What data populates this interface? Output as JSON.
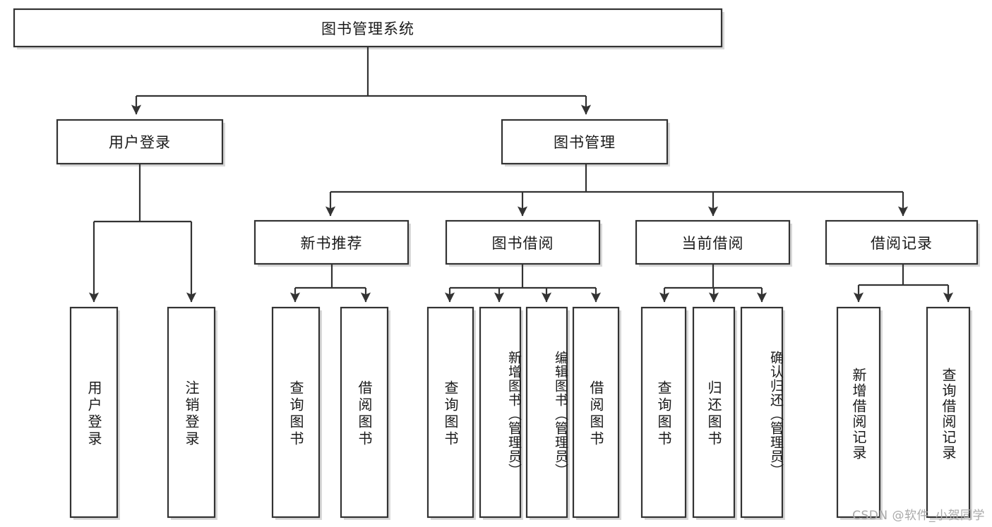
{
  "diagram": {
    "title": "图书管理系统",
    "type": "tree",
    "watermark": "CSDN @软件_小贺同学",
    "colors": {
      "stroke": "#333333",
      "fill": "#ffffff",
      "text": "#1a1a1a",
      "watermark": "#a9a9a9",
      "background": "#ffffff"
    },
    "nodes": {
      "root": {
        "label": "图书管理系统",
        "orientation": "horizontal"
      },
      "level2": [
        {
          "label": "用户登录",
          "orientation": "horizontal"
        },
        {
          "label": "图书管理",
          "orientation": "horizontal"
        }
      ],
      "level3": [
        {
          "label": "新书推荐",
          "orientation": "horizontal"
        },
        {
          "label": "图书借阅",
          "orientation": "horizontal"
        },
        {
          "label": "当前借阅",
          "orientation": "horizontal"
        },
        {
          "label": "借阅记录",
          "orientation": "horizontal"
        }
      ],
      "leaves": [
        {
          "label": "用户登录",
          "orientation": "vertical",
          "parent": "用户登录"
        },
        {
          "label": "注销登录",
          "orientation": "vertical",
          "parent": "用户登录"
        },
        {
          "label": "查询图书",
          "orientation": "vertical",
          "parent": "新书推荐"
        },
        {
          "label": "借阅图书",
          "orientation": "vertical",
          "parent": "新书推荐"
        },
        {
          "label": "查询图书",
          "orientation": "vertical",
          "parent": "图书借阅"
        },
        {
          "label": "新增图书（管理员）",
          "orientation": "vertical",
          "parent": "图书借阅"
        },
        {
          "label": "编辑图书（管理员）",
          "orientation": "vertical",
          "parent": "图书借阅"
        },
        {
          "label": "借阅图书",
          "orientation": "vertical",
          "parent": "图书借阅"
        },
        {
          "label": "查询图书",
          "orientation": "vertical",
          "parent": "当前借阅"
        },
        {
          "label": "归还图书",
          "orientation": "vertical",
          "parent": "当前借阅"
        },
        {
          "label": "确认归还（管理员）",
          "orientation": "vertical",
          "parent": "当前借阅"
        },
        {
          "label": "新增借阅记录",
          "orientation": "vertical",
          "parent": "借阅记录"
        },
        {
          "label": "查询借阅记录",
          "orientation": "vertical",
          "parent": "借阅记录"
        }
      ]
    }
  }
}
